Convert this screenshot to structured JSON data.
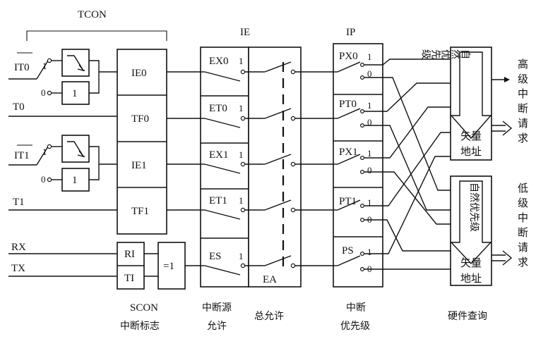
{
  "labels": {
    "tcon": "TCON",
    "ie": "IE",
    "ip": "IP",
    "it0_bar": "IT0",
    "it1_bar": "IT1",
    "t0": "T0",
    "t1": "T1",
    "rx": "RX",
    "tx": "TX",
    "gate_one_a": "1",
    "gate_one_b": "1",
    "sw_1a": "1",
    "sw_0a": "0",
    "sw_1b": "1",
    "sw_0b": "0",
    "or_gate": "=1",
    "ea": "EA"
  },
  "tcon_flags": [
    "IE0",
    "TF0",
    "IE1",
    "TF1"
  ],
  "scon_flags": [
    "RI",
    "TI"
  ],
  "ie_bits": [
    {
      "name": "EX0",
      "on": "1"
    },
    {
      "name": "ET0",
      "on": "1"
    },
    {
      "name": "EX1",
      "on": "1"
    },
    {
      "name": "ET1",
      "on": "1"
    },
    {
      "name": "ES",
      "on": "1"
    }
  ],
  "ip_bits": [
    {
      "name": "PX0",
      "hi": "1",
      "lo": "0"
    },
    {
      "name": "PT0",
      "hi": "1",
      "lo": "0"
    },
    {
      "name": "PX1",
      "hi": "1",
      "lo": "0"
    },
    {
      "name": "PT1",
      "hi": "1",
      "lo": "0"
    },
    {
      "name": "PS",
      "hi": "1",
      "lo": "0"
    }
  ],
  "hw_box": {
    "natural_priority": "自然优先级",
    "vector_1": "矢量",
    "vector_2": "地址"
  },
  "high_request": [
    "高",
    "级",
    "中",
    "断",
    "请",
    "求"
  ],
  "low_request": [
    "低",
    "级",
    "中",
    "断",
    "请",
    "求"
  ],
  "captions": {
    "scon": "SCON",
    "flags": "中断标志",
    "source_enable_1": "中断源",
    "source_enable_2": "允许",
    "master_enable": "总允许",
    "priority_1": "中断",
    "priority_2": "优先级",
    "hw_query": "硬件查询"
  }
}
